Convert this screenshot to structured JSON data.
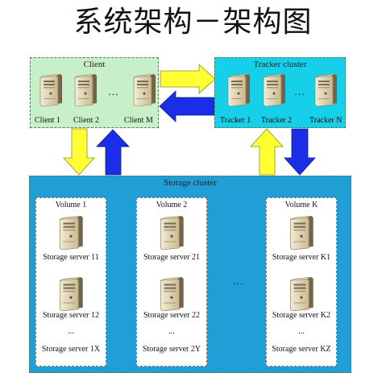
{
  "title": "系统架构－架构图",
  "client": {
    "title": "Client",
    "nodes": [
      "Client 1",
      "Client 2",
      "Client M"
    ],
    "ellipsis": "…"
  },
  "tracker": {
    "title": "Tracker cluster",
    "nodes": [
      "Tracker 1",
      "Tracker 2",
      "Tracker N"
    ],
    "ellipsis": "…"
  },
  "storage": {
    "title": "Storage cluster",
    "ellipsis": "…",
    "volumes": [
      {
        "name": "Volume 1",
        "servers": [
          "Storage server 11",
          "Storage server 12"
        ],
        "dots": "...",
        "last": "Storage server 1X"
      },
      {
        "name": "Volume 2",
        "servers": [
          "Storage server 21",
          "Storage server 22"
        ],
        "dots": "...",
        "last": "Storage server 2Y"
      },
      {
        "name": "Volume K",
        "servers": [
          "Storage server K1",
          "Storage server K2"
        ],
        "dots": "...",
        "last": "Storage server KZ"
      }
    ]
  },
  "colors": {
    "client_bg": "#c8f0c8",
    "tracker_bg": "#16cfe8",
    "storage_bg": "#1f9fd6",
    "arrow_yellow": "#ffff33",
    "arrow_blue": "#1a2ee8"
  },
  "icons": [
    "server-icon"
  ]
}
